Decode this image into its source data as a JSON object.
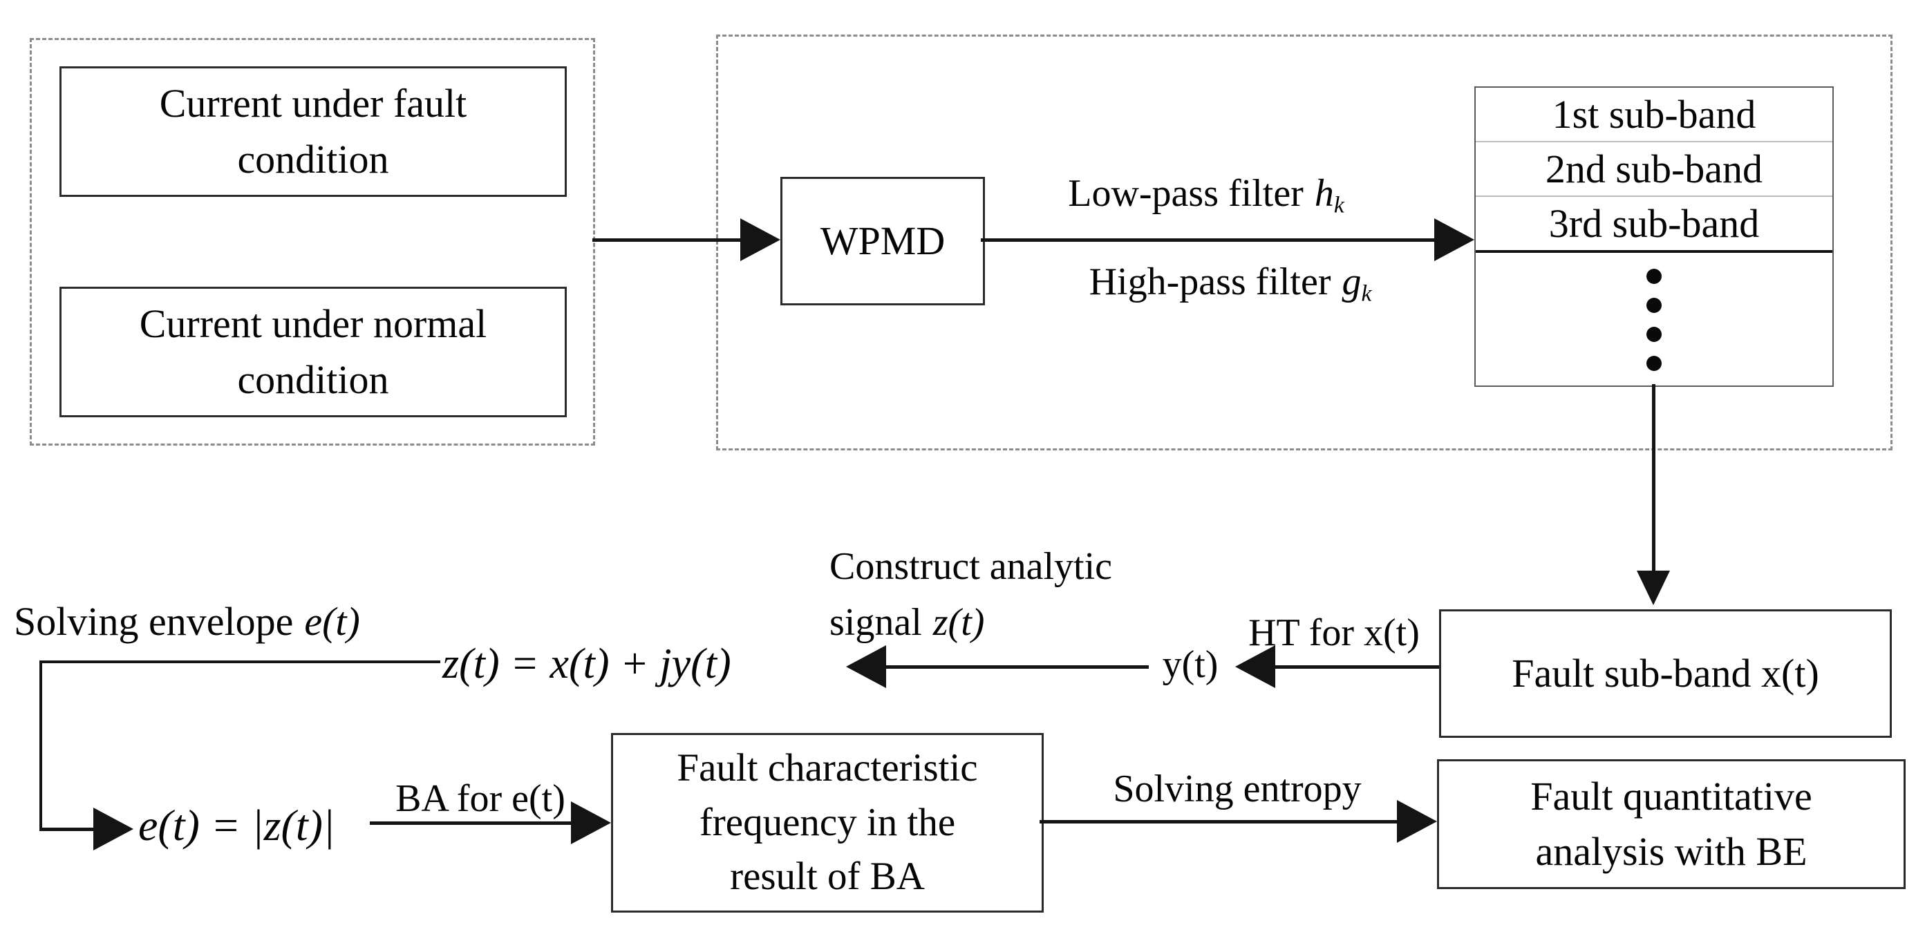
{
  "boxes": {
    "current_fault": [
      "Current under fault",
      "condition"
    ],
    "current_normal": [
      "Current under normal",
      "condition"
    ],
    "wpmd": "WPMD",
    "fault_subband": "Fault sub-band x(t)",
    "fault_characteristic": [
      "Fault characteristic",
      "frequency in the",
      "result of BA"
    ],
    "fault_quantitative": [
      "Fault quantitative",
      "analysis with BE"
    ]
  },
  "subbands": [
    "1st sub-band",
    "2nd sub-band",
    "3rd sub-band"
  ],
  "labels": {
    "low_pass_text": "Low-pass filter",
    "low_pass_var": "h",
    "low_pass_sub": "k",
    "high_pass_text": "High-pass filter",
    "high_pass_var": "g",
    "high_pass_sub": "k",
    "ht": "HT for x(t)",
    "yt": "y(t)",
    "construct_line1": "Construct analytic",
    "construct_line2_text": "signal",
    "construct_line2_math": "z(t)",
    "envelope_text": "Solving envelope",
    "envelope_math": "e(t)",
    "ba": "BA for e(t)",
    "entropy": "Solving entropy"
  },
  "equations": {
    "analytic": "z(t) = x(t) + jy(t)",
    "envelope": "e(t) = |z(t)|"
  },
  "icons": {
    "arrowhead_right": "css-triangle-right",
    "arrowhead_left": "css-triangle-left",
    "arrowhead_down": "css-triangle-down",
    "vertical_ellipsis": "four-black-dots"
  },
  "colors": {
    "background": "#ffffff",
    "text": "#050505",
    "line": "#141414",
    "box_border": "#2b2b2b",
    "stack_border": "#5a5a5a",
    "light_divider": "#bdbdbd",
    "dashed_border": "#8c8c8c"
  }
}
